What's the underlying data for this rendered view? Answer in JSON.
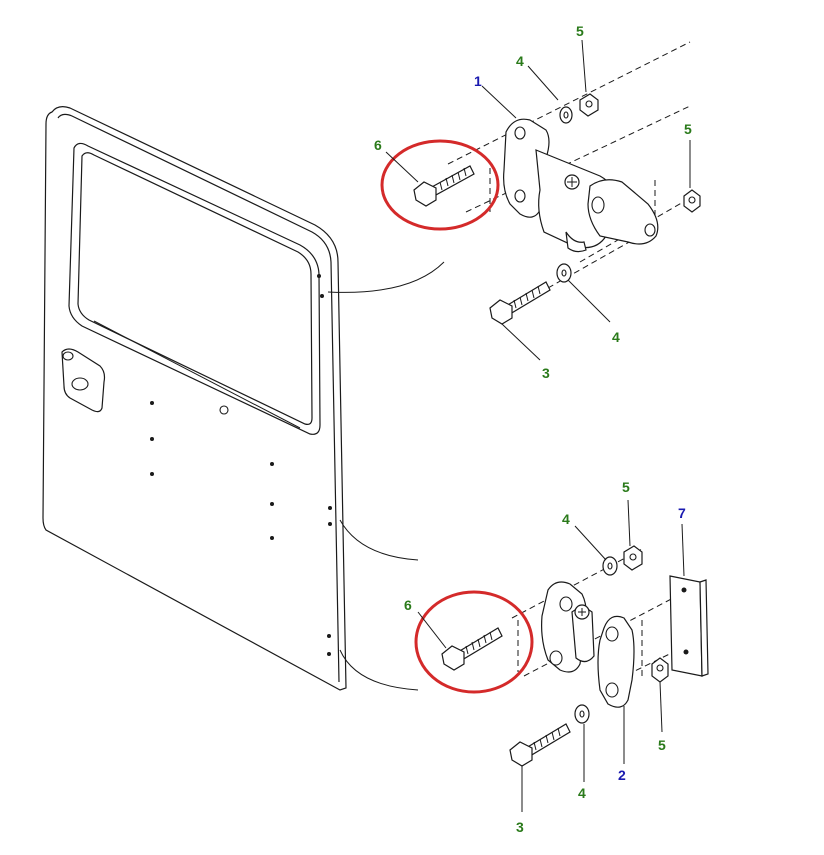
{
  "diagram": {
    "callouts": [
      {
        "id": "upper-1",
        "text": "1",
        "color": "#1a1ab0"
      },
      {
        "id": "upper-4a",
        "text": "4",
        "color": "#2a7a1a"
      },
      {
        "id": "upper-5a",
        "text": "5",
        "color": "#2a7a1a"
      },
      {
        "id": "upper-5b",
        "text": "5",
        "color": "#2a7a1a"
      },
      {
        "id": "upper-6",
        "text": "6",
        "color": "#2a7a1a"
      },
      {
        "id": "upper-4b",
        "text": "4",
        "color": "#2a7a1a"
      },
      {
        "id": "upper-3",
        "text": "3",
        "color": "#2a7a1a"
      },
      {
        "id": "lower-5a",
        "text": "5",
        "color": "#2a7a1a"
      },
      {
        "id": "lower-7",
        "text": "7",
        "color": "#1a1ab0"
      },
      {
        "id": "lower-4a",
        "text": "4",
        "color": "#2a7a1a"
      },
      {
        "id": "lower-6",
        "text": "6",
        "color": "#2a7a1a"
      },
      {
        "id": "lower-5b",
        "text": "5",
        "color": "#2a7a1a"
      },
      {
        "id": "lower-2",
        "text": "2",
        "color": "#1a1ab0"
      },
      {
        "id": "lower-4b",
        "text": "4",
        "color": "#2a7a1a"
      },
      {
        "id": "lower-3",
        "text": "3",
        "color": "#2a7a1a"
      }
    ],
    "highlight_color": "#d42a2a"
  }
}
